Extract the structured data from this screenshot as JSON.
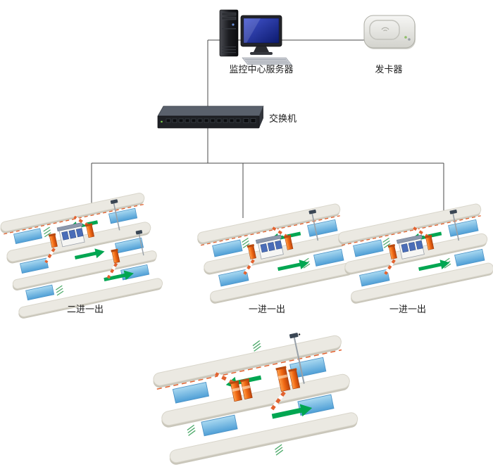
{
  "diagram": {
    "type": "parking-toll-system-topology"
  },
  "nodes": {
    "server": {
      "label": "监控中心服务器",
      "icon": "desktop-computer-icon"
    },
    "card_issuer": {
      "label": "发卡器",
      "icon": "card-issuer-icon"
    },
    "switch": {
      "label": "交换机",
      "icon": "network-switch-icon"
    },
    "lane_groups": [
      {
        "label": "二进一出",
        "layout": "two-entry-one-exit",
        "icon": "toll-lane-icon"
      },
      {
        "label": "一进一出",
        "layout": "one-entry-one-exit",
        "icon": "toll-lane-icon"
      },
      {
        "label": "一进一出",
        "layout": "one-entry-one-exit",
        "icon": "toll-lane-icon"
      },
      {
        "label": "",
        "layout": "one-entry-one-exit-detail",
        "icon": "toll-lane-icon"
      }
    ]
  },
  "colors": {
    "arrow_green": "#00a651",
    "barrier_orange": "#e2622f",
    "loop_blue": "#5aa8dc",
    "road_gray": "#ebe9e2",
    "line_dark": "#4a4a4a",
    "machine_orange": "#ef6612",
    "screen_blue": "#1b2a8e"
  }
}
